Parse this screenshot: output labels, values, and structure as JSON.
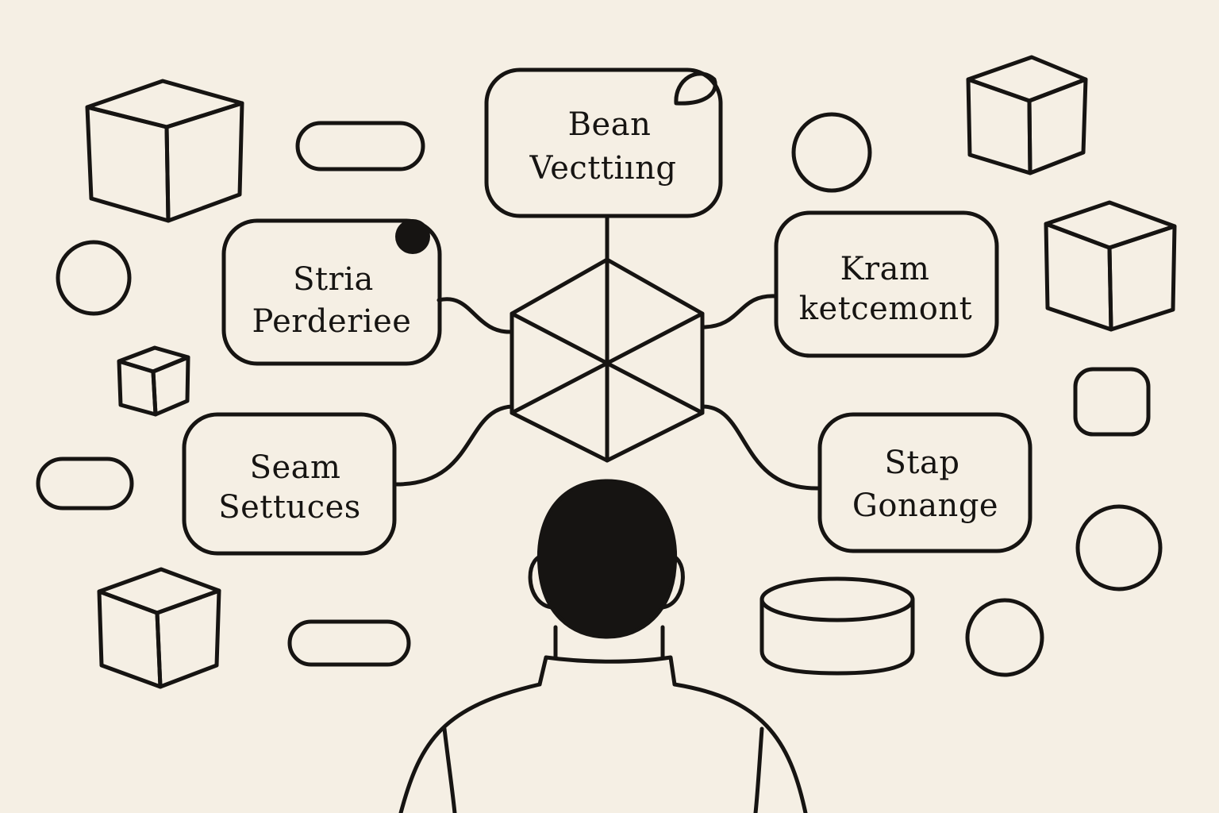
{
  "diagram": {
    "nodes": [
      {
        "id": "top",
        "line1": "Bean",
        "line2": "Vecttiıng"
      },
      {
        "id": "upper-left",
        "line1": "Stria",
        "line2": "Perderiee"
      },
      {
        "id": "upper-right",
        "line1": "Kram",
        "line2": "ketcemont"
      },
      {
        "id": "lower-left",
        "line1": "Seam",
        "line2": "Settuces"
      },
      {
        "id": "lower-right",
        "line1": "Stap",
        "line2": "Gonange"
      }
    ],
    "center_icon": "hexagon-cube-icon",
    "figure": "person-back-view",
    "colors": {
      "background": "#f5efe4",
      "ink": "#161412"
    }
  }
}
